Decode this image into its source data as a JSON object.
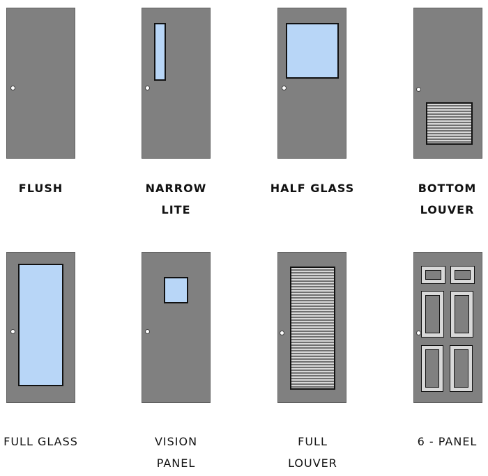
{
  "diagram": {
    "colors": {
      "door": "#808080",
      "glass": "#b8d6f7",
      "outline": "#111111",
      "knob": "#ffffff",
      "background": "#ffffff"
    },
    "doors": [
      {
        "id": "flush",
        "label_line1": "FLUSH",
        "label_line2": ""
      },
      {
        "id": "narrow-lite",
        "label_line1": "NARROW",
        "label_line2": "LITE"
      },
      {
        "id": "half-glass",
        "label_line1": "HALF GLASS",
        "label_line2": ""
      },
      {
        "id": "bottom-louver",
        "label_line1": "BOTTOM",
        "label_line2": "LOUVER"
      },
      {
        "id": "full-glass",
        "label_line1": "FULL GLASS",
        "label_line2": ""
      },
      {
        "id": "vision-panel",
        "label_line1": "VISION",
        "label_line2": "PANEL"
      },
      {
        "id": "full-louver",
        "label_line1": "FULL",
        "label_line2": "LOUVER"
      },
      {
        "id": "six-panel",
        "label_line1": "6 - PANEL",
        "label_line2": ""
      }
    ]
  }
}
